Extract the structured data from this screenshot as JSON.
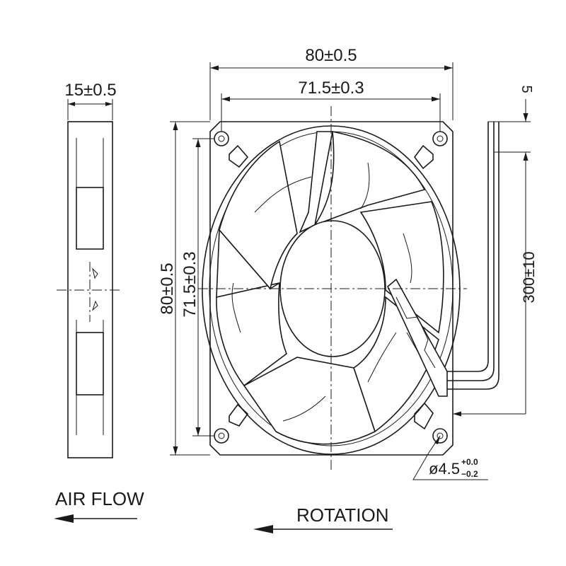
{
  "dimensions": {
    "overall_width": "80±0.5",
    "hole_spacing_width": "71.5±0.3",
    "overall_height": "80±0.5",
    "hole_spacing_height": "71.5±0.3",
    "thickness": "15±0.5",
    "wire_length": "300±10",
    "wire_strip": "5",
    "hole_diameter": "ø4.5",
    "hole_tol_upper": "+0.0",
    "hole_tol_lower": "−0.2"
  },
  "labels": {
    "air_flow": "AIR FLOW",
    "rotation": "ROTATION"
  },
  "colors": {
    "line": "#1a1a1a",
    "paper": "#ffffff"
  }
}
